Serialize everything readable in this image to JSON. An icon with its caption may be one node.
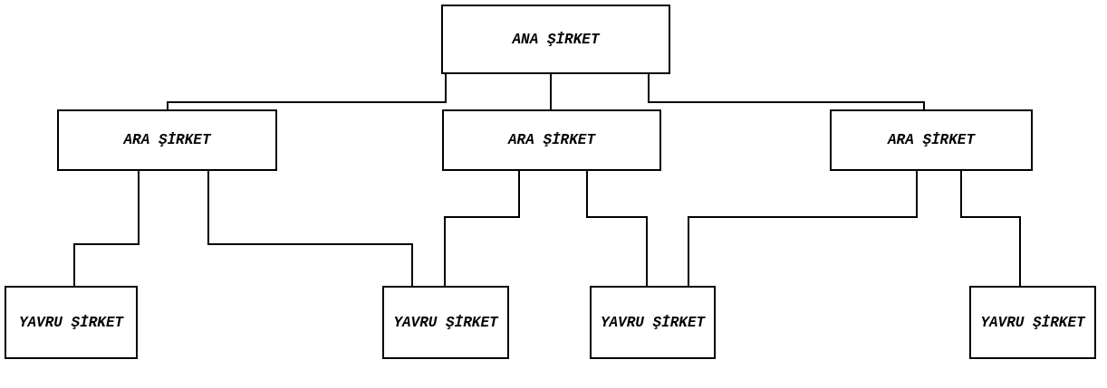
{
  "diagram": {
    "nodes": [
      {
        "text": [
          "ANA ŞİRKET"
        ]
      },
      {
        "text": [
          "ARA ŞİRKET"
        ]
      },
      {
        "text": [
          "ARA ŞİRKET"
        ]
      },
      {
        "text": [
          "ARA ŞİRKET"
        ]
      },
      {
        "text": [
          "YAVRU ŞİRKET"
        ]
      },
      {
        "text": [
          "YAVRU ŞİRKET"
        ]
      },
      {
        "text": [
          "YAVRU ŞİRKET"
        ]
      },
      {
        "text": [
          "YAVRU ŞİRKET"
        ]
      }
    ],
    "edges": [
      {
        "from": 0,
        "to": 1,
        "arrow": "none"
      },
      {
        "from": 0,
        "to": 2,
        "arrow": "none"
      },
      {
        "from": 0,
        "to": 3,
        "arrow": "none"
      },
      {
        "from": 1,
        "to": 4,
        "arrow": "none"
      },
      {
        "from": 1,
        "to": 5,
        "arrow": "none"
      },
      {
        "from": 2,
        "to": 5,
        "arrow": "none"
      },
      {
        "from": 2,
        "to": 6,
        "arrow": "none"
      },
      {
        "from": 3,
        "to": 6,
        "arrow": "none"
      },
      {
        "from": 3,
        "to": 7,
        "arrow": "none"
      }
    ]
  }
}
